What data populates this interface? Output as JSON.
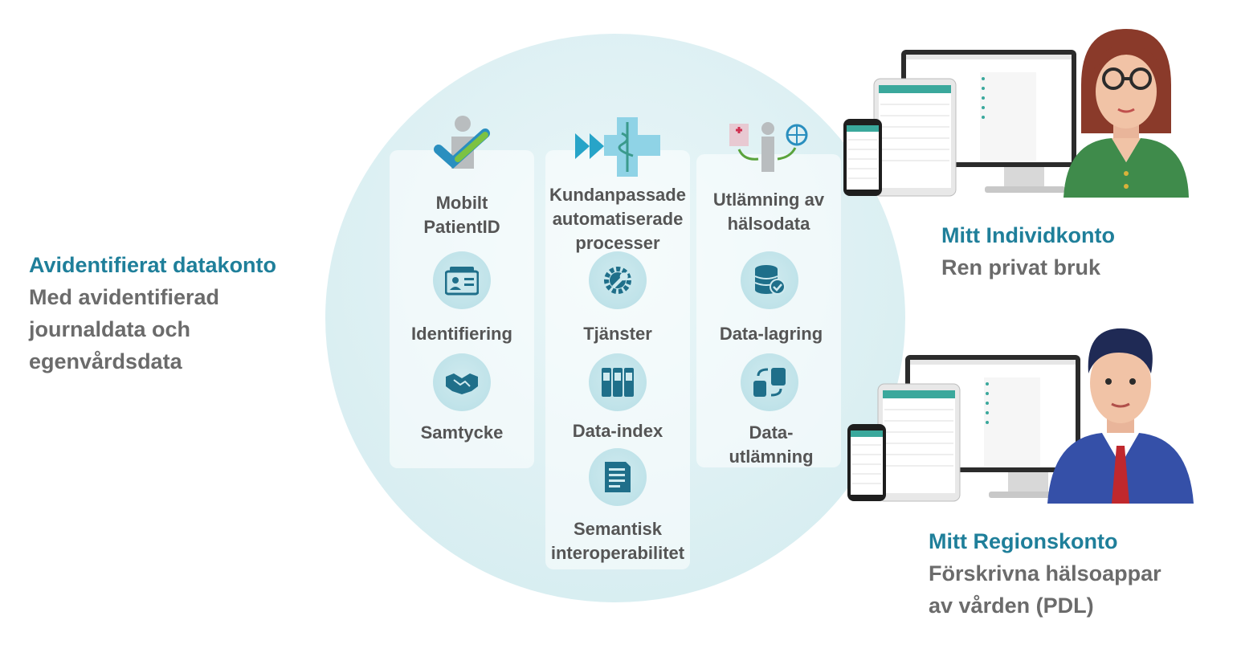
{
  "left": {
    "title": "Avidentifierat datakonto",
    "lines": [
      "Med avidentifierad",
      "journaldata och",
      "egenvårdsdata"
    ]
  },
  "columns": [
    {
      "top_label": [
        "Mobilt",
        "PatientID"
      ],
      "top_icon": "person-check-icon",
      "items": [
        {
          "icon": "id-card-icon",
          "label": "Identifiering"
        },
        {
          "icon": "handshake-icon",
          "label": "Samtycke"
        }
      ]
    },
    {
      "top_label": [
        "Kundanpassade",
        "automatiserade",
        "processer"
      ],
      "top_icon": "medical-cross-icon",
      "items": [
        {
          "icon": "wrench-gear-icon",
          "label": "Tjänster"
        },
        {
          "icon": "binders-icon",
          "label": "Data-index"
        },
        {
          "icon": "document-icon",
          "label": [
            "Semantisk",
            "interoperabilitet"
          ]
        }
      ]
    },
    {
      "top_label": [
        "Utlämning av",
        "hälsodata"
      ],
      "top_icon": "hospital-person-globe-icon",
      "items": [
        {
          "icon": "database-check-icon",
          "label": "Data-lagring"
        },
        {
          "icon": "data-transfer-icon",
          "label": [
            "Data-",
            "utlämning"
          ]
        }
      ]
    }
  ],
  "individ": {
    "title": "Mitt Individkonto",
    "sub": "Ren privat bruk",
    "avatar": "woman-avatar-icon"
  },
  "region": {
    "title": "Mitt Regionskonto",
    "lines": [
      "Förskrivna hälsoappar",
      "av vården (PDL)"
    ],
    "avatar": "man-avatar-icon"
  },
  "colors": {
    "accent": "#1f7f9a",
    "icon": "#1f6f8a",
    "grey_text": "#555555",
    "green": "#5aa33c"
  }
}
